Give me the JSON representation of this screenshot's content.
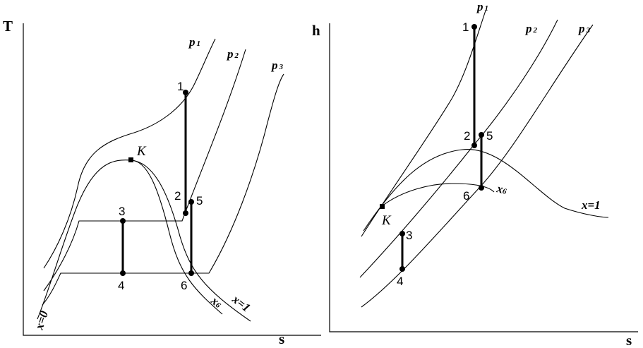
{
  "left_diagram": {
    "y_axis_label": "T",
    "x_axis_label": "s",
    "isobars": [
      {
        "name": "p",
        "sub": "1"
      },
      {
        "name": "p",
        "sub": "2"
      },
      {
        "name": "p",
        "sub": "3"
      }
    ],
    "critical_point": "K",
    "state_points": [
      "1",
      "2",
      "3",
      "4",
      "5",
      "6"
    ],
    "quality_lines": {
      "x0": "x=0",
      "x1": "x=1",
      "x6": "x",
      "x6_sub": "6"
    }
  },
  "right_diagram": {
    "y_axis_label": "h",
    "x_axis_label": "s",
    "isobars": [
      {
        "name": "p",
        "sub": "1"
      },
      {
        "name": "p",
        "sub": "2"
      },
      {
        "name": "p",
        "sub": "3"
      }
    ],
    "critical_point": "K",
    "state_points": [
      "1",
      "2",
      "3",
      "4",
      "5",
      "6"
    ],
    "quality_lines": {
      "x1": "x=1",
      "x6": "x",
      "x6_sub": "6"
    }
  }
}
